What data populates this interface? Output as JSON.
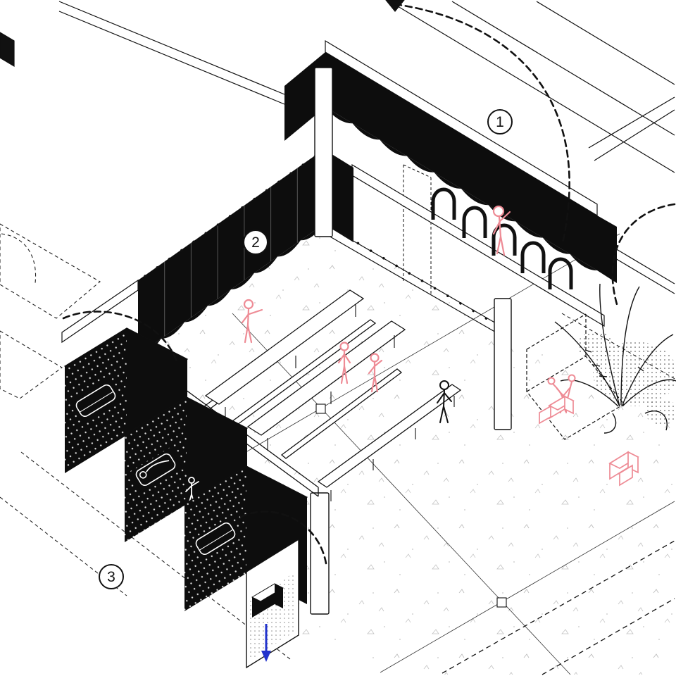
{
  "title": "Axonometric sectional diagram of interior spaces",
  "markers": {
    "m1": {
      "number": "1"
    },
    "m2": {
      "number": "2"
    },
    "m3": {
      "number": "3"
    }
  },
  "colors": {
    "ink": "#111111",
    "pink": "#ee8b95",
    "blue": "#2233cc",
    "speckle": "#bdbdbd",
    "paper": "#ffffff"
  },
  "icons": {
    "flow_arrow": "down-arrow"
  }
}
